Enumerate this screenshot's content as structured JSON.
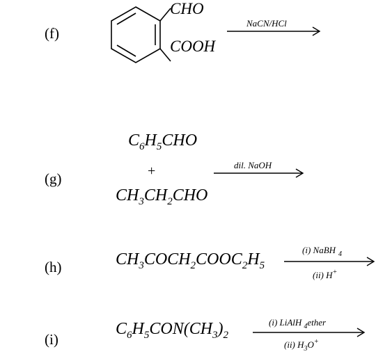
{
  "reactions": {
    "f": {
      "label": "(f)",
      "group_top": "CHO",
      "group_bottom": "COOH",
      "reagent": "NaCN/HCl"
    },
    "g": {
      "label": "(g)",
      "reactant1": {
        "c": "C",
        "n6": "6",
        "h": "H",
        "n5": "5",
        "rest": "CHO"
      },
      "plus": "+",
      "reactant2": {
        "ch": "CH",
        "n3": "3",
        "ch2": "CH",
        "n2": "2",
        "rest": "CHO"
      },
      "reagent": "dil. NaOH"
    },
    "h": {
      "label": "(h)",
      "formula": {
        "p1": "CH",
        "s1": "3",
        "p2": "COCH",
        "s2": "2",
        "p3": "COOC",
        "s3": "2",
        "p4": "H",
        "s4": "5"
      },
      "reagent_top": "(i) NaBH",
      "reagent_top_sub": "4",
      "reagent_bottom": "(ii) H",
      "reagent_bottom_sup": "+"
    },
    "i": {
      "label": "(i)",
      "formula": {
        "p1": "C",
        "s1": "6",
        "p2": "H",
        "s2": "5",
        "p3": "CON(CH",
        "s3": "3",
        "p4": ")",
        "s4": "2"
      },
      "reagent_top": "(i) LiAlH",
      "reagent_top_sub": "4",
      "reagent_top_tail": "ether",
      "reagent_bottom": "(ii) H",
      "reagent_bottom_sub": "3",
      "reagent_bottom_mid": "O",
      "reagent_bottom_sup": "+"
    }
  }
}
